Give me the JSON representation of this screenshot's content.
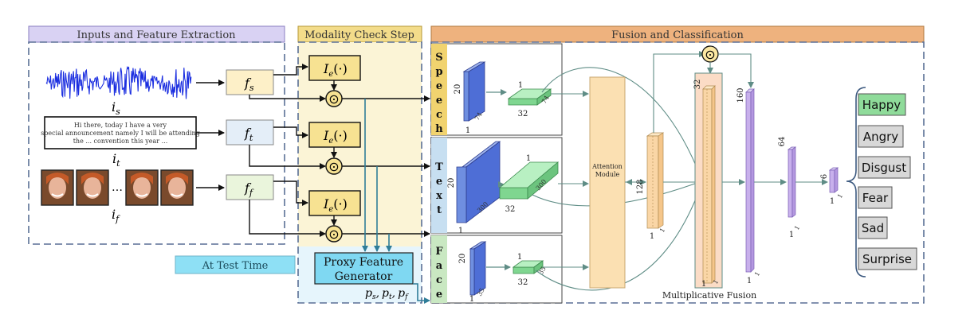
{
  "sections": {
    "inputs": "Inputs and Feature Extraction",
    "modality": "Modality Check Step",
    "fusion": "Fusion and Classification"
  },
  "inputs": {
    "speech_var": "i",
    "speech_sub": "s",
    "text_lines": [
      "Hi there, today I have a very",
      "special announcement namely I will be attending",
      "the ... convention this year ..."
    ],
    "text_var": "i",
    "text_sub": "t",
    "ellipsis": "…",
    "face_var": "i",
    "face_sub": "f"
  },
  "features": {
    "fs": "f",
    "fs_sub": "s",
    "ft": "f",
    "ft_sub": "t",
    "ff": "f",
    "ff_sub": "f"
  },
  "modality": {
    "check_label": "I",
    "check_sub": "e",
    "check_args": "(·)",
    "odot": "⊙",
    "test_time": "At Test Time",
    "proxy_line1": "Proxy Feature",
    "proxy_line2": "Generator",
    "proxy_outputs": "pₛ, pₜ, p_f"
  },
  "proxy_out": {
    "p": "p",
    "s": "s",
    "t": "t",
    "f": "f",
    "sep": ","
  },
  "branches": {
    "speech": [
      "S",
      "p",
      "e",
      "e",
      "c",
      "h"
    ],
    "text": [
      "T",
      "e",
      "x",
      "t"
    ],
    "face": [
      "F",
      "a",
      "c",
      "e"
    ]
  },
  "dims": {
    "speech_h": "20",
    "speech_d": "74",
    "speech_w": "1",
    "speech_b": "32",
    "speech_bd": "74",
    "speech_b1": "1",
    "text_h": "20",
    "text_d": "300",
    "text_w": "1",
    "text_b": "32",
    "text_bd": "300",
    "text_b1": "1",
    "face_h": "20",
    "face_d": "35",
    "face_w": "1",
    "face_b": "32",
    "face_bd": "35",
    "face_b1": "1",
    "att_v": "128",
    "att_1a": "1",
    "att_1b": "1",
    "mf_32": "32",
    "mf_1a": "1",
    "mf_1b": "1",
    "fc160": "160",
    "fc160_1a": "1",
    "fc160_1b": "1",
    "fc64": "64",
    "fc64_1a": "1",
    "fc64_1b": "1",
    "fc6": "6",
    "fc6_1a": "1",
    "fc6_1b": "1"
  },
  "attention": {
    "line1": "Attention",
    "line2": "Module"
  },
  "fusion_label": "Multiplicative Fusion",
  "emotions": [
    "Happy",
    "Angry",
    "Disgust",
    "Fear",
    "Sad",
    "Surprise"
  ],
  "colors": {
    "inputs_header": "#d9d2f3",
    "modality_header": "#f3dc8a",
    "fusion_header": "#eeb27e",
    "modality_bg": "#fbf4d6",
    "test_bg": "#e6f5fc",
    "proxy_box": "#7fd8f2",
    "fs_box": "#fdf0c8",
    "ft_box": "#e4eef8",
    "ff_box": "#eaf5dc",
    "speech_tab": "#f1d36f",
    "text_tab": "#c7dff1",
    "face_tab": "#c9e8c2",
    "blue_block": "#6f8fe0",
    "green_block": "#8fe0a1",
    "attention": "#fbe0b2",
    "orange_bar": "#fad6a6",
    "purple_bar": "#c8b0ec",
    "happy": "#8fdb9a",
    "emo_grey": "#d8d8d8",
    "teal": "#2f7d98",
    "dashed": "#5a6f95"
  }
}
